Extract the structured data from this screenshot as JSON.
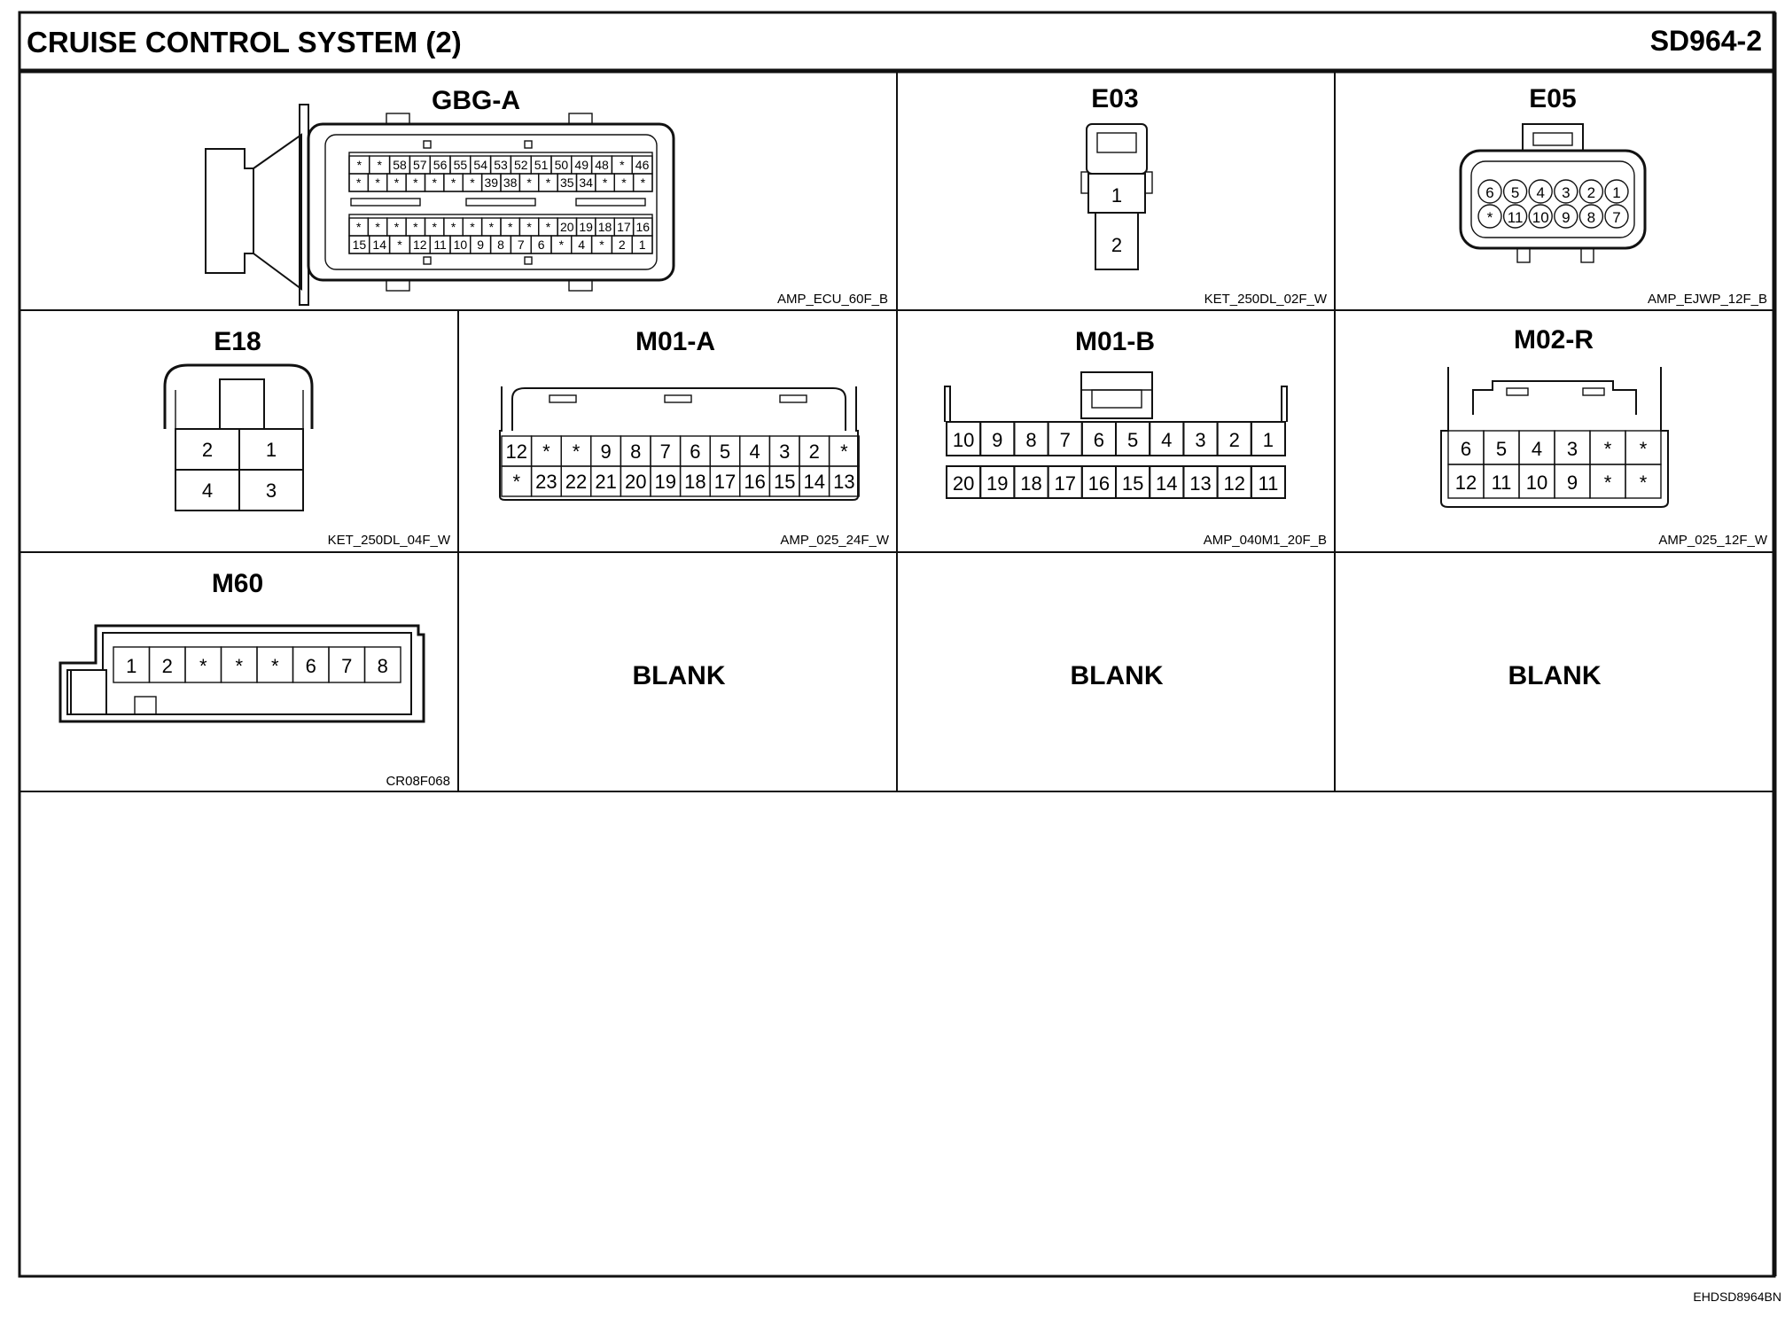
{
  "header": {
    "title": "CRUISE CONTROL SYSTEM (2)",
    "code": "SD964-2"
  },
  "footer": {
    "ref": "EHDSD8964BN"
  },
  "connectors": {
    "gbg_a": {
      "label": "GBG-A",
      "part": "AMP_ECU_60F_B",
      "rows": [
        [
          "*",
          "*",
          "58",
          "57",
          "56",
          "55",
          "54",
          "53",
          "52",
          "51",
          "50",
          "49",
          "48",
          "*",
          "46"
        ],
        [
          "*",
          "*",
          "*",
          "*",
          "*",
          "*",
          "*",
          "39",
          "38",
          "*",
          "*",
          "35",
          "34",
          "*",
          "*",
          "*"
        ],
        [
          "*",
          "*",
          "*",
          "*",
          "*",
          "*",
          "*",
          "*",
          "*",
          "*",
          "*",
          "20",
          "19",
          "18",
          "17",
          "16"
        ],
        [
          "15",
          "14",
          "*",
          "12",
          "11",
          "10",
          "9",
          "8",
          "7",
          "6",
          "*",
          "4",
          "*",
          "2",
          "1"
        ]
      ]
    },
    "e03": {
      "label": "E03",
      "part": "KET_250DL_02F_W",
      "pins": [
        "1",
        "2"
      ]
    },
    "e05": {
      "label": "E05",
      "part": "AMP_EJWP_12F_B",
      "rows": [
        [
          "6",
          "5",
          "4",
          "3",
          "2",
          "1"
        ],
        [
          "*",
          "11",
          "10",
          "9",
          "8",
          "7"
        ]
      ]
    },
    "e18": {
      "label": "E18",
      "part": "KET_250DL_04F_W",
      "rows": [
        [
          "2",
          "1"
        ],
        [
          "4",
          "3"
        ]
      ]
    },
    "m01_a": {
      "label": "M01-A",
      "part": "AMP_025_24F_W",
      "rows": [
        [
          "12",
          "*",
          "*",
          "9",
          "8",
          "7",
          "6",
          "5",
          "4",
          "3",
          "2",
          "*"
        ],
        [
          "*",
          "23",
          "22",
          "21",
          "20",
          "19",
          "18",
          "17",
          "16",
          "15",
          "14",
          "13"
        ]
      ]
    },
    "m01_b": {
      "label": "M01-B",
      "part": "AMP_040M1_20F_B",
      "rows": [
        [
          "10",
          "9",
          "8",
          "7",
          "6",
          "5",
          "4",
          "3",
          "2",
          "1"
        ],
        [
          "20",
          "19",
          "18",
          "17",
          "16",
          "15",
          "14",
          "13",
          "12",
          "11"
        ]
      ]
    },
    "m02_r": {
      "label": "M02-R",
      "part": "AMP_025_12F_W",
      "rows": [
        [
          "6",
          "5",
          "4",
          "3",
          "*",
          "*"
        ],
        [
          "12",
          "11",
          "10",
          "9",
          "*",
          "*"
        ]
      ]
    },
    "m60": {
      "label": "M60",
      "part": "CR08F068",
      "pins": [
        "1",
        "2",
        "*",
        "*",
        "*",
        "6",
        "7",
        "8"
      ]
    }
  },
  "blank_cells": [
    {
      "label": "BLANK"
    },
    {
      "label": "BLANK"
    },
    {
      "label": "BLANK"
    }
  ]
}
